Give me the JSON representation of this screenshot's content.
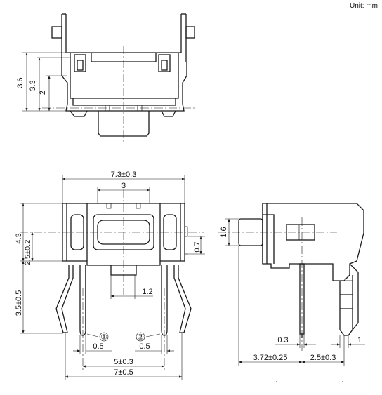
{
  "unit_label": "Unit: mm",
  "top_view": {
    "dimensions": [
      "3.6",
      "3.3",
      "2"
    ]
  },
  "front_view": {
    "width_outer": "7.3±0.3",
    "width_inner": "3",
    "height_body": "4.3",
    "height_center": "2.5±0.2",
    "height_leads": "3.5±0.5",
    "offset": "0.7",
    "gap": "1.2",
    "pin_width_left": "0.5",
    "pin_width_right": "0.5",
    "pin_pitch_inner": "5±0.3",
    "pin_pitch_outer": "7±0.5",
    "pin_1": "①",
    "pin_2": "②"
  },
  "side_view": {
    "button_height": "1.6",
    "lead_thickness": "0.3",
    "tab": "1",
    "depth_left": "3.72±0.25",
    "depth_right": "2.5±0.3"
  }
}
